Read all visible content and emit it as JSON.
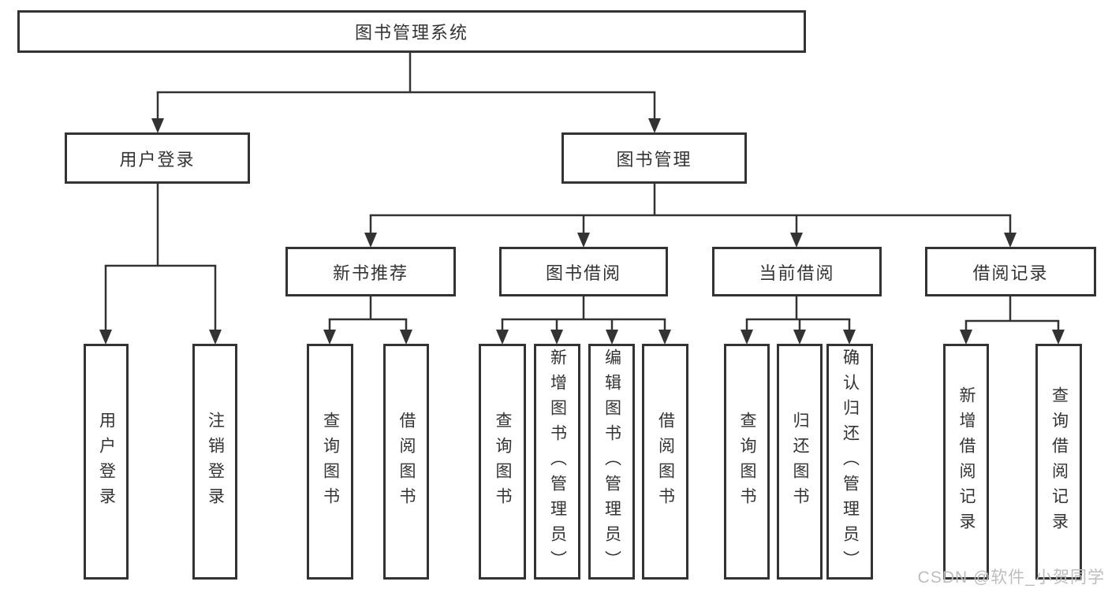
{
  "diagram": {
    "root": {
      "label": "图书管理系统"
    },
    "level2": {
      "user_login": {
        "label": "用户登录"
      },
      "book_management": {
        "label": "图书管理"
      }
    },
    "level3": {
      "new_book_recommendation": {
        "label": "新书推荐"
      },
      "book_borrowing": {
        "label": "图书借阅"
      },
      "current_borrowing": {
        "label": "当前借阅"
      },
      "borrowing_records": {
        "label": "借阅记录"
      }
    },
    "leaves": {
      "user_login": {
        "label": "用户登录"
      },
      "logout": {
        "label": "注销登录"
      },
      "nbr_query_books": {
        "label": "查询图书"
      },
      "nbr_borrow_books": {
        "label": "借阅图书"
      },
      "bb_query_books": {
        "label": "查询图书"
      },
      "bb_add_books_admin": {
        "label": "新增图书（管理员）"
      },
      "bb_edit_books_admin": {
        "label": "编辑图书（管理员）"
      },
      "bb_borrow_books": {
        "label": "借阅图书"
      },
      "cb_query_books": {
        "label": "查询图书"
      },
      "cb_return_books": {
        "label": "归还图书"
      },
      "cb_confirm_return_admin": {
        "label": "确认归还（管理员）"
      },
      "br_add_record": {
        "label": "新增借阅记录"
      },
      "br_query_record": {
        "label": "查询借阅记录"
      }
    }
  },
  "watermark": {
    "text": "CSDN @软件_小贺同学"
  },
  "colors": {
    "line": "#333333",
    "box_border": "#333333",
    "box_fill": "#ffffff",
    "text": "#333333",
    "watermark": "#bdbdbd"
  }
}
